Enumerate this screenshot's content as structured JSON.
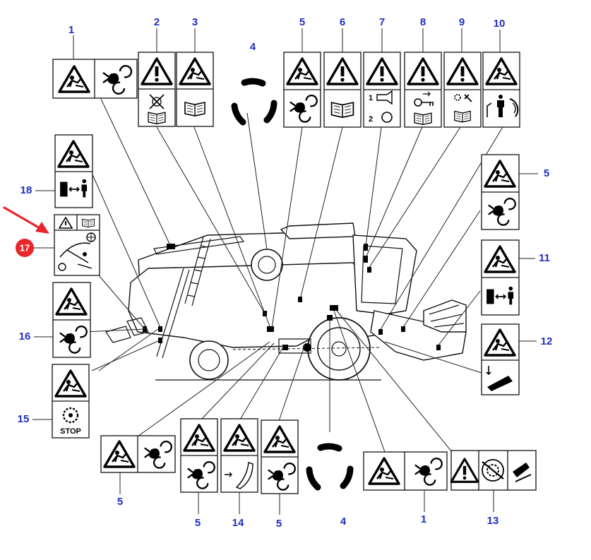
{
  "diagram": {
    "callouts": {
      "c1_top": "1",
      "c2": "2",
      "c3": "3",
      "c4_top": "4",
      "c5_top": "5",
      "c6": "6",
      "c7": "7",
      "c8": "8",
      "c9": "9",
      "c10": "10",
      "c5_right": "5",
      "c11": "11",
      "c12": "12",
      "c18": "18",
      "c17": "17",
      "c16": "16",
      "c15": "15",
      "c5_b1": "5",
      "c5_b2": "5",
      "c14": "14",
      "c5_b3": "5",
      "c4_bottom": "4",
      "c1_bottom": "1",
      "c13": "13"
    },
    "labels": {
      "stop": "STOP",
      "horn_1": "1",
      "horn_2": "2"
    },
    "colors": {
      "callout_text": "#1f2fc2",
      "highlight_badge": "#e8262b",
      "arrow": "#e8262b",
      "line_art": "#111111"
    },
    "highlighted_callout": "17"
  }
}
